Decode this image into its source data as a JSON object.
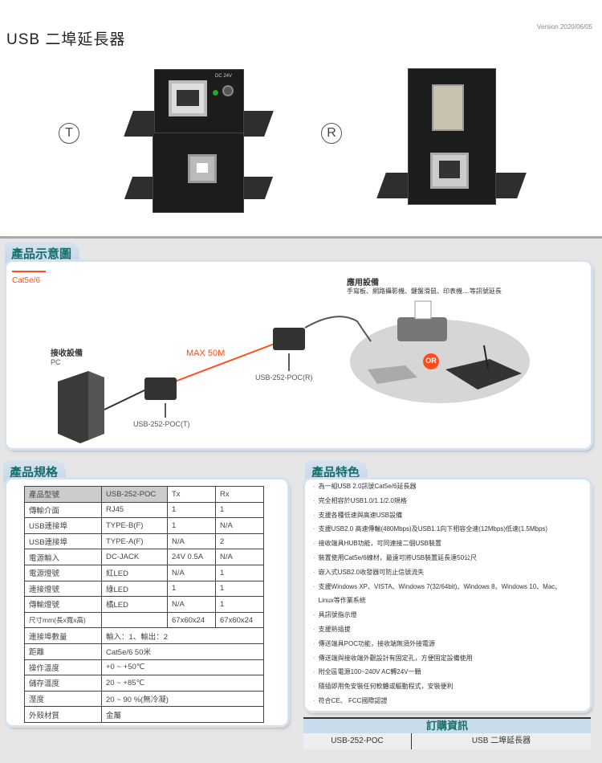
{
  "header": {
    "title": "USB 二埠延長器",
    "version": "Version 2020/06/05"
  },
  "photos": {
    "tx_mark": "T",
    "rx_mark": "R",
    "dc_label": "DC 24V"
  },
  "diagram": {
    "tab": "產品示意圖",
    "cable_legend": "Cat5e/6",
    "app_title": "應用設備",
    "app_desc": "手寫板、網路攝影機、鍵盤滑鼠、印表機....等訊號延長",
    "recv_title": "接收設備",
    "recv_desc": "PC",
    "max": "MAX 50M",
    "tx_label": "USB-252-POC(T)",
    "rx_label": "USB-252-POC(R)",
    "or": "OR",
    "colors": {
      "cable": "#ff4d1a",
      "accent": "#156e6a"
    }
  },
  "specs": {
    "tab": "產品規格",
    "header": [
      "產品型號",
      "USB-252-POC",
      "Tx",
      "Rx"
    ],
    "rows4": [
      [
        "傳輸介面",
        "RJ45",
        "1",
        "1"
      ],
      [
        "USB連接埠",
        "TYPE-B(F)",
        "1",
        "N/A"
      ],
      [
        "USB連接埠",
        "TYPE-A(F)",
        "N/A",
        "2"
      ],
      [
        "電源輸入",
        "DC-JACK",
        "24V 0.5A",
        "N/A"
      ],
      [
        "電源燈號",
        "紅LED",
        "N/A",
        "1"
      ],
      [
        "連接燈號",
        "綠LED",
        "1",
        "1"
      ],
      [
        "傳輸燈號",
        "橘LED",
        "N/A",
        "1"
      ],
      [
        "尺寸mm(長x寬x高)",
        "",
        "67x60x24",
        "67x60x24"
      ]
    ],
    "rows2": [
      [
        "連接埠數量",
        "輸入：1、輸出：2"
      ],
      [
        "距離",
        "Cat5e/6 50米"
      ],
      [
        "操作溫度",
        "+0 ~ +50℃"
      ],
      [
        "儲存溫度",
        "20 ~ +85℃"
      ],
      [
        "溼度",
        "20 ~ 90 %(無冷凝)"
      ],
      [
        "外殼材質",
        "金屬"
      ]
    ]
  },
  "features": {
    "tab": "產品特色",
    "items": [
      "為一組USB 2.0訊號Cat5e/6延長器",
      "完全相容於USB1.0/1.1/2.0規格",
      "支援各種低速與高速USB設備",
      "支援USB2.0 高速傳輸(480Mbps)及USB1.1向下相容全速(12Mbps)低速(1.5Mbps)",
      "接收端具HUB功能，可同連接二個USB裝置",
      "裝置使用Cat5e/6線材，最遠可將USB裝置延長達50公尺",
      "嵌入式USB2.0收發器可防止信號流失",
      "支援Windows XP、VISTA、Windows 7(32/64bit)、Windows 8、Windows 10、Mac、",
      "Linux等作業系統",
      "具訊號指示燈",
      "支援熱插拔",
      "傳送端具POC功能，接收端無須外接電源",
      "傳送端與接收端外觀設計有固定孔，方便固定設備使用",
      "附全區電源100~240V AC轉24V一顆",
      "隨插即用免安裝任何軟體或驅動程式，安裝便利",
      "符合CE、 FCC國際認證"
    ]
  },
  "order": {
    "title": "訂購資訊",
    "model": "USB-252-POC",
    "name": "USB 二埠延長器"
  }
}
